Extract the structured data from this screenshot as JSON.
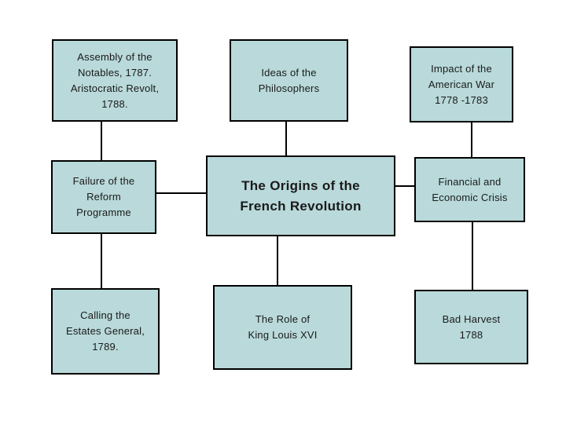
{
  "slide": {
    "background": "#ffffff",
    "type": "concept-map",
    "center_topic": "The Origins of the French Revolution"
  },
  "palette": {
    "box-fill": "#b9d9da",
    "line": "#000000",
    "text": "#1a1a1a"
  },
  "nodes": [
    {
      "id": "assembly",
      "label": "Assembly of the\nNotables, 1787.\nAristocratic Revolt,\n1788."
    },
    {
      "id": "ideas",
      "label": "Ideas of the\nPhilosophers"
    },
    {
      "id": "impact",
      "label": "Impact of the\nAmerican War\n1778 -1783"
    },
    {
      "id": "failure",
      "label": "Failure of the\nReform\nProgramme"
    },
    {
      "id": "origins",
      "label": "The Origins of the\nFrench Revolution"
    },
    {
      "id": "financial",
      "label": "Financial and\nEconomic Crisis"
    },
    {
      "id": "calling",
      "label": "Calling the\nEstates General,\n1789."
    },
    {
      "id": "role",
      "label": "The Role of\nKing Louis XVI"
    },
    {
      "id": "harvest",
      "label": "Bad Harvest\n1788"
    }
  ],
  "links": [
    [
      "assembly",
      "failure"
    ],
    [
      "ideas",
      "origins"
    ],
    [
      "impact",
      "financial"
    ],
    [
      "failure",
      "origins"
    ],
    [
      "origins",
      "financial"
    ],
    [
      "failure",
      "calling"
    ],
    [
      "origins",
      "role"
    ],
    [
      "financial",
      "harvest"
    ]
  ]
}
